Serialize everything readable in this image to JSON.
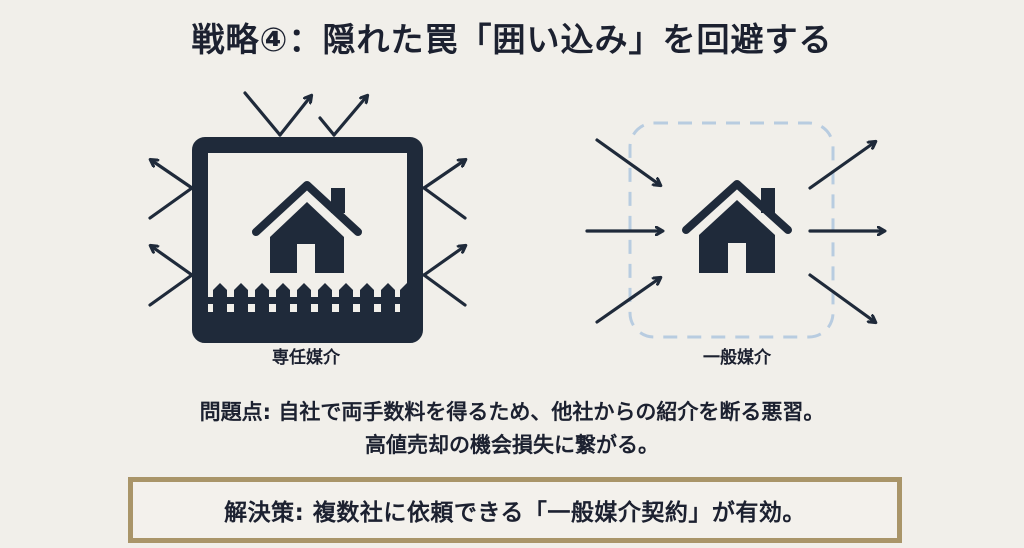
{
  "title": "戦略④：隠れた罠「囲い込み」を回避する",
  "left_panel": {
    "label": "専任媒介",
    "icons": [
      "house-icon",
      "fence-icon",
      "frame-enclosure",
      "outward-arrows"
    ]
  },
  "right_panel": {
    "label": "一般媒介",
    "icons": [
      "house-icon",
      "dashed-open-boundary",
      "inward-arrows",
      "outward-arrows"
    ]
  },
  "problem": {
    "line1": "問題点: 自社で両手数料を得るため、他社からの紹介を断る悪習。",
    "line2": "高値売却の機会損失に繋がる。"
  },
  "solution": {
    "text": "解決策: 複数社に依頼できる「一般媒介契約」が有効。"
  },
  "colors": {
    "background": "#f1efea",
    "ink": "#1f2a3a",
    "dashed_border": "#b8cce0",
    "solution_border": "#a99569"
  }
}
